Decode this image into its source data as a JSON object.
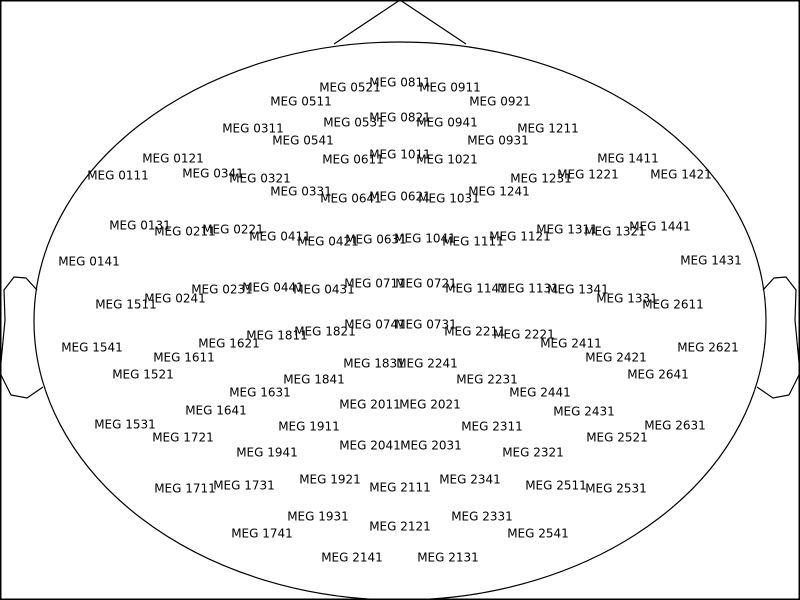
{
  "diagram": {
    "outline_color": "#000000",
    "label_color": "#000000",
    "background": "#ffffff",
    "sensors": [
      "MEG 0811",
      "MEG 0521",
      "MEG 0911",
      "MEG 0511",
      "MEG 0921",
      "MEG 0821",
      "MEG 0531",
      "MEG 0941",
      "MEG 0311",
      "MEG 1211",
      "MEG 0541",
      "MEG 0931",
      "MEG 1011",
      "MEG 0121",
      "MEG 0611",
      "MEG 1021",
      "MEG 1411",
      "MEG 0341",
      "MEG 0111",
      "MEG 0321",
      "MEG 1231",
      "MEG 1221",
      "MEG 1421",
      "MEG 0331",
      "MEG 1241",
      "MEG 0621",
      "MEG 0641",
      "MEG 1031",
      "MEG 0131",
      "MEG 1311",
      "MEG 1441",
      "MEG 0211",
      "MEG 0221",
      "MEG 1321",
      "MEG 0411",
      "MEG 1121",
      "MEG 0631",
      "MEG 1041",
      "MEG 0421",
      "MEG 1111",
      "MEG 0141",
      "MEG 1431",
      "MEG 0711",
      "MEG 0721",
      "MEG 0441",
      "MEG 1141",
      "MEG 1131",
      "MEG 0231",
      "MEG 0431",
      "MEG 1341",
      "MEG 0241",
      "MEG 1331",
      "MEG 1511",
      "MEG 2611",
      "MEG 0741",
      "MEG 0731",
      "MEG 1821",
      "MEG 2211",
      "MEG 1811",
      "MEG 2221",
      "MEG 1621",
      "MEG 2411",
      "MEG 1541",
      "MEG 2621",
      "MEG 1611",
      "MEG 2421",
      "MEG 1831",
      "MEG 2241",
      "MEG 1521",
      "MEG 2641",
      "MEG 1841",
      "MEG 2231",
      "MEG 1631",
      "MEG 2441",
      "MEG 2011",
      "MEG 2021",
      "MEG 1641",
      "MEG 2431",
      "MEG 1531",
      "MEG 1911",
      "MEG 2311",
      "MEG 2631",
      "MEG 1721",
      "MEG 2521",
      "MEG 2041",
      "MEG 2031",
      "MEG 1941",
      "MEG 2321",
      "MEG 1921",
      "MEG 2341",
      "MEG 2111",
      "MEG 1711",
      "MEG 1731",
      "MEG 2511",
      "MEG 2531",
      "MEG 1931",
      "MEG 2331",
      "MEG 2121",
      "MEG 1741",
      "MEG 2541",
      "MEG 2141",
      "MEG 2131"
    ]
  }
}
